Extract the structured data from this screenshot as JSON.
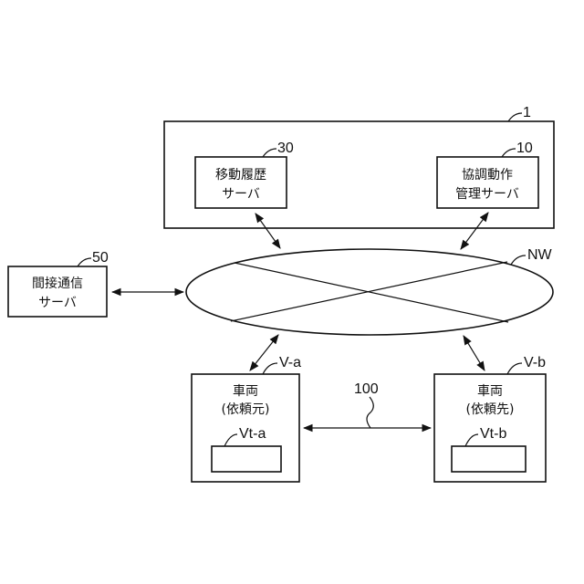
{
  "system": {
    "ref": "1"
  },
  "movement_history_server": {
    "ref": "30",
    "line1": "移動履歴",
    "line2": "サーバ"
  },
  "coordinated_operation_server": {
    "ref": "10",
    "line1": "協調動作",
    "line2": "管理サーバ"
  },
  "indirect_communication_server": {
    "ref": "50",
    "line1": "間接通信",
    "line2": "サーバ"
  },
  "network": {
    "ref": "NW"
  },
  "vehicle_a": {
    "ref": "V-a",
    "line1": "車両",
    "line2": "(依頼元)",
    "terminal_ref": "Vt-a"
  },
  "vehicle_b": {
    "ref": "V-b",
    "line1": "車両",
    "line2": "(依頼先)",
    "terminal_ref": "Vt-b"
  },
  "v2v_link": {
    "ref": "100"
  }
}
